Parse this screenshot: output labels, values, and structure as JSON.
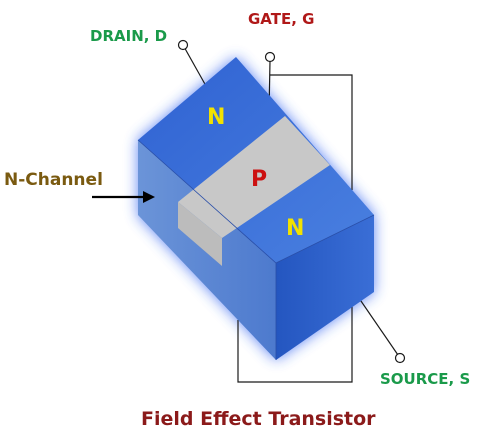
{
  "labels": {
    "drain": "DRAIN, D",
    "gate": "GATE, G",
    "source": "SOURCE, S",
    "channel": "N-Channel"
  },
  "regions": {
    "top": "N",
    "middle": "P",
    "bottom": "N"
  },
  "caption": "Field Effect Transistor",
  "colors": {
    "terminal_label": "#1a9a4a",
    "gate_label": "#b01818",
    "channel_label": "#7a5a10",
    "n_region_text": "#f2e200",
    "p_region_text": "#cc1010",
    "caption": "#8b1a1a",
    "n_body": "#3d74d8",
    "p_band": "#c8c8c8",
    "glow": "#2a5df0"
  }
}
